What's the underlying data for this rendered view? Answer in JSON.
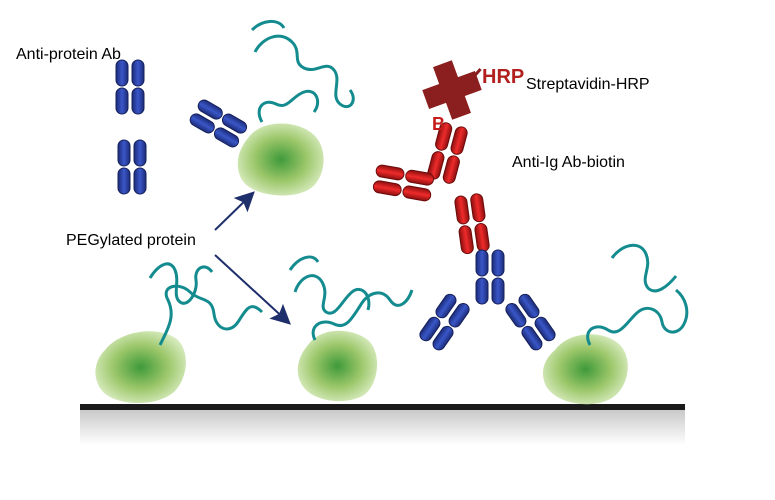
{
  "labels": {
    "anti_protein_ab": "Anti-protein Ab",
    "streptavidin_hrp": "Streptavidin-HRP",
    "anti_ig_ab_biotin": "Anti-Ig Ab-biotin",
    "pegylated_protein": "PEGylated protein",
    "hrp": "HRP",
    "biotin": "B"
  },
  "colors": {
    "antibody_blue": "#2b43a6",
    "antibody_red": "#d91b1b",
    "hrp_maroon": "#8b1e1e",
    "peg_teal": "#138b8f",
    "protein_green": "#9cc76a",
    "arrow_navy": "#1f2f6b",
    "surface": "#1a1a1a"
  }
}
